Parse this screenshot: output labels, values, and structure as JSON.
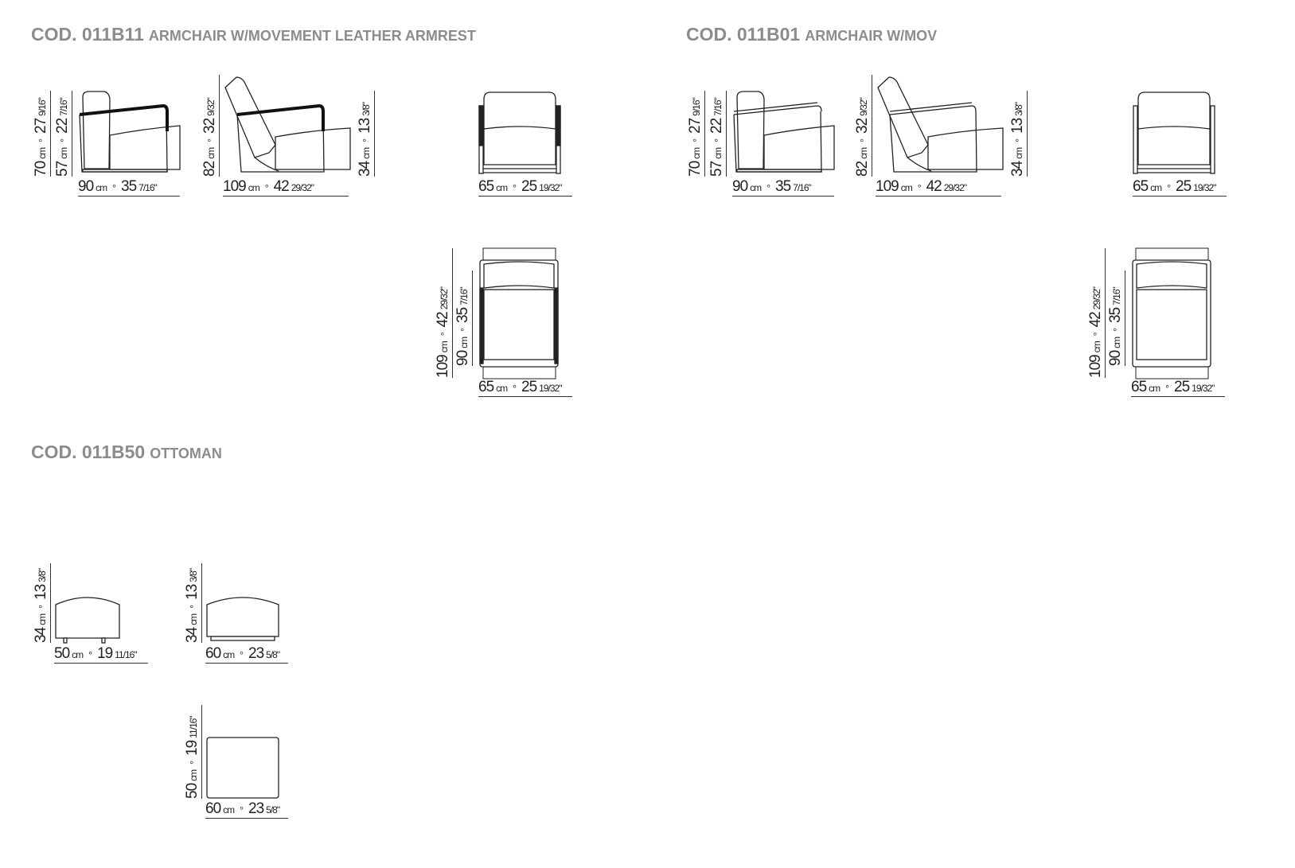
{
  "units": {
    "cm": "cm",
    "sep": "∘"
  },
  "sections": [
    {
      "code": "COD. 011B11",
      "title": "ARMCHAIR W/MOVEMENT LEATHER ARMREST",
      "dims": {
        "side_h": {
          "cm": "70",
          "in": "27",
          "fr": "9/16\""
        },
        "side_seat": {
          "cm": "57",
          "in": "22",
          "fr": "7/16\""
        },
        "side_w": {
          "cm": "90",
          "in": "35",
          "fr": "7/16\""
        },
        "rec_h": {
          "cm": "82",
          "in": "32",
          "fr": "9/32\""
        },
        "rec_w": {
          "cm": "109",
          "in": "42",
          "fr": "29/32\""
        },
        "seat_h": {
          "cm": "34",
          "in": "13",
          "fr": "3/8\""
        },
        "front_w": {
          "cm": "65",
          "in": "25",
          "fr": "19/32\""
        },
        "top_d": {
          "cm": "109",
          "in": "42",
          "fr": "29/32\""
        },
        "top_seat": {
          "cm": "90",
          "in": "35",
          "fr": "7/16\""
        },
        "top_w": {
          "cm": "65",
          "in": "25",
          "fr": "19/32\""
        }
      }
    },
    {
      "code": "COD. 011B01",
      "title": "ARMCHAIR W/MOV",
      "dims": {
        "side_h": {
          "cm": "70",
          "in": "27",
          "fr": "9/16\""
        },
        "side_seat": {
          "cm": "57",
          "in": "22",
          "fr": "7/16\""
        },
        "side_w": {
          "cm": "90",
          "in": "35",
          "fr": "7/16\""
        },
        "rec_h": {
          "cm": "82",
          "in": "32",
          "fr": "9/32\""
        },
        "rec_w": {
          "cm": "109",
          "in": "42",
          "fr": "29/32\""
        },
        "seat_h": {
          "cm": "34",
          "in": "13",
          "fr": "3/8\""
        },
        "front_w": {
          "cm": "65",
          "in": "25",
          "fr": "19/32\""
        },
        "top_d": {
          "cm": "109",
          "in": "42",
          "fr": "29/32\""
        },
        "top_seat": {
          "cm": "90",
          "in": "35",
          "fr": "7/16\""
        },
        "top_w": {
          "cm": "65",
          "in": "25",
          "fr": "19/32\""
        }
      }
    },
    {
      "code": "COD. 011B50",
      "title": "OTTOMAN",
      "dims": {
        "a_h": {
          "cm": "34",
          "in": "13",
          "fr": "3/8\""
        },
        "a_w": {
          "cm": "50",
          "in": "19",
          "fr": "11/16\""
        },
        "b_h": {
          "cm": "34",
          "in": "13",
          "fr": "3/8\""
        },
        "b_w": {
          "cm": "60",
          "in": "23",
          "fr": "5/8\""
        },
        "c_d": {
          "cm": "50",
          "in": "19",
          "fr": "11/16\""
        },
        "c_w": {
          "cm": "60",
          "in": "23",
          "fr": "5/8\""
        }
      }
    }
  ]
}
